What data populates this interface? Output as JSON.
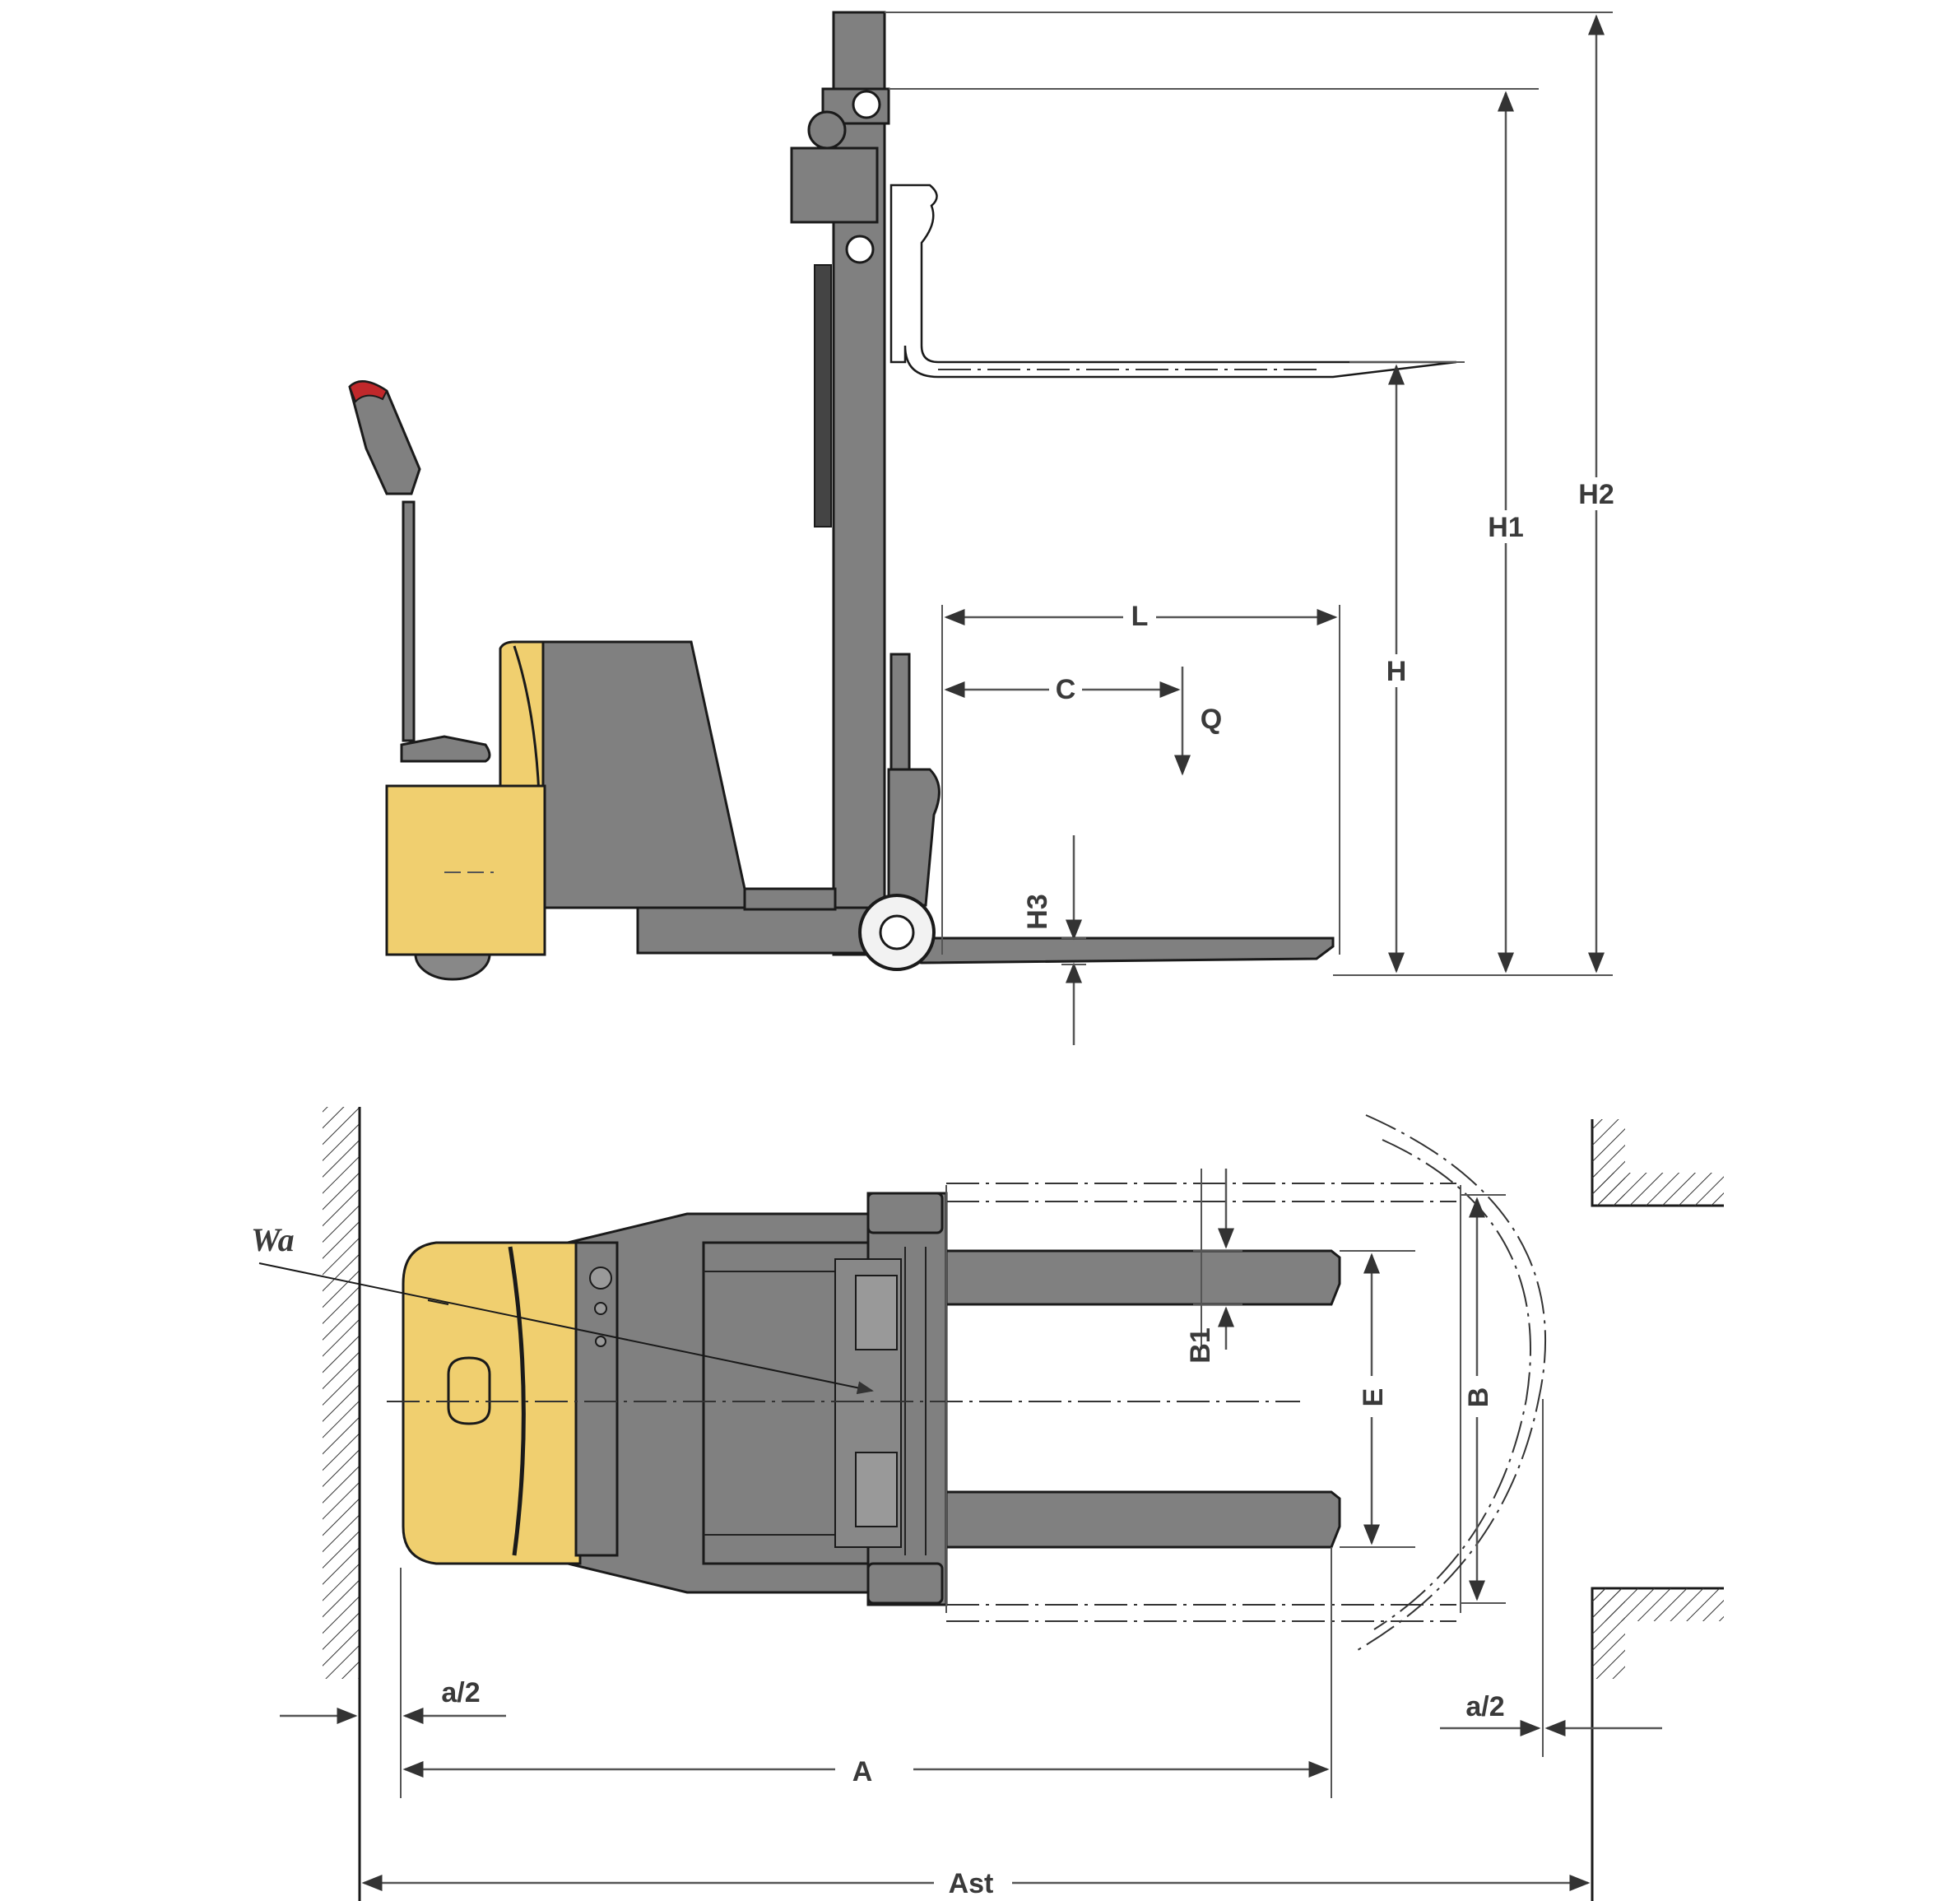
{
  "side_view": {
    "labels": {
      "H2": "H2",
      "H1": "H1",
      "H": "H",
      "L": "L",
      "C": "C",
      "Q": "Q",
      "H3": "H3"
    }
  },
  "top_view": {
    "labels": {
      "Wa": "Wa",
      "B1": "B1",
      "E": "E",
      "B": "B",
      "a2_left": "a/2",
      "a2_right": "a/2",
      "A": "A",
      "Ast": "Ast"
    }
  },
  "colors": {
    "body": "#808080",
    "battery_yellow": "#f0cf6f",
    "handle_red": "#c0282b",
    "line": "#1a1a1a"
  }
}
